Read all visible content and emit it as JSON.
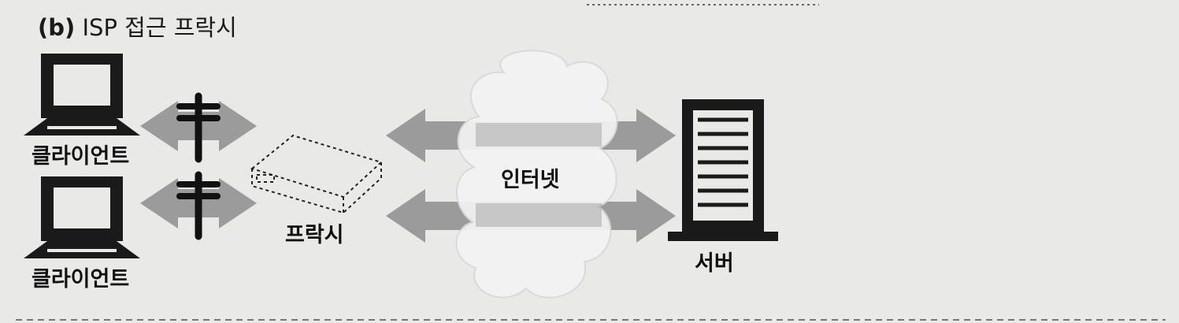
{
  "figure": {
    "caption_letter": "(b)",
    "caption_text": "ISP 접근 프락시"
  },
  "nodes": {
    "client_top": "클라이언트",
    "client_bottom": "클라이언트",
    "proxy": "프락시",
    "internet": "인터넷",
    "server": "서버"
  },
  "colors": {
    "background": "#e9e9e7",
    "arrow": "#9b9b9b",
    "ink": "#111111",
    "cloud": "#f3f3f3"
  }
}
